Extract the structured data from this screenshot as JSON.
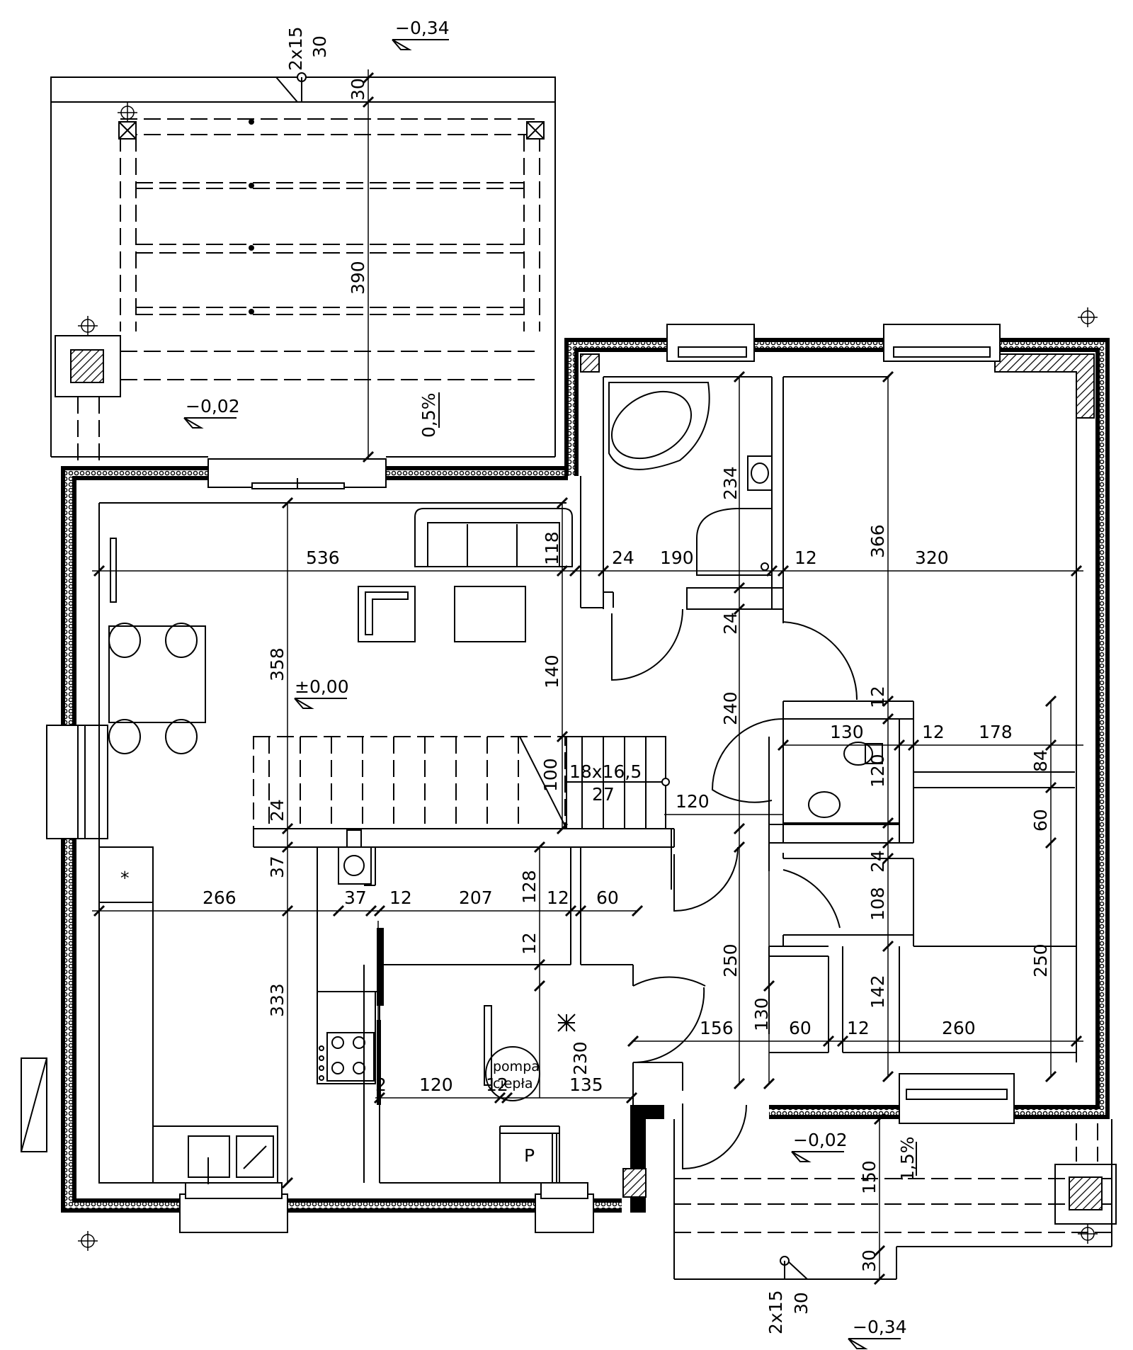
{
  "levels": {
    "top": "−0,34",
    "bottom": "−0,34",
    "terrace_top": "−0,02",
    "terrace_bottom": "−0,02",
    "floor": "±0,00"
  },
  "steps": {
    "top_a": "2x15",
    "top_b": "30",
    "bottom_a": "2x15",
    "bottom_b": "30"
  },
  "slopes": {
    "terrace_top": "0,5%",
    "terrace_bottom": "1,5%"
  },
  "stairs": {
    "size": "18x16,5",
    "count": "27",
    "mark": "100"
  },
  "equipment": {
    "heat_pump_line1": "pompa",
    "heat_pump_line2": "ciepła",
    "parking_mark": "P",
    "fridge_mark": "*"
  },
  "dimensions": {
    "d_top_30": "30",
    "d_terrace_390": "390",
    "d_536": "536",
    "d_118": "118",
    "d_24a": "24",
    "d_190": "190",
    "d_12a": "12",
    "d_320": "320",
    "d_234": "234",
    "d_366": "366",
    "d_24b": "24",
    "d_358": "358",
    "d_140": "140",
    "d_240": "240",
    "d_12b": "12",
    "d_130a": "130",
    "d_12c": "12",
    "d_178": "178",
    "d_84": "84",
    "d_120a": "120",
    "d_120b": "120",
    "d_60a": "60",
    "d_24c": "24",
    "d_37a": "37",
    "d_266": "266",
    "d_37b": "37",
    "d_12d": "12",
    "d_207": "207",
    "d_128": "128",
    "d_12e": "12",
    "d_60b": "60",
    "d_24d": "24",
    "d_108": "108",
    "d_12f": "12",
    "d_250a": "250",
    "d_250b": "250",
    "d_142": "142",
    "d_333": "333",
    "d_230": "230",
    "d_156": "156",
    "d_130b": "130",
    "d_60c": "60",
    "d_12g": "12",
    "d_260": "260",
    "d_2": "2",
    "d_120c": "120",
    "d_12h": "12",
    "d_135": "135",
    "d_150": "150",
    "d_bottom_30": "30"
  }
}
